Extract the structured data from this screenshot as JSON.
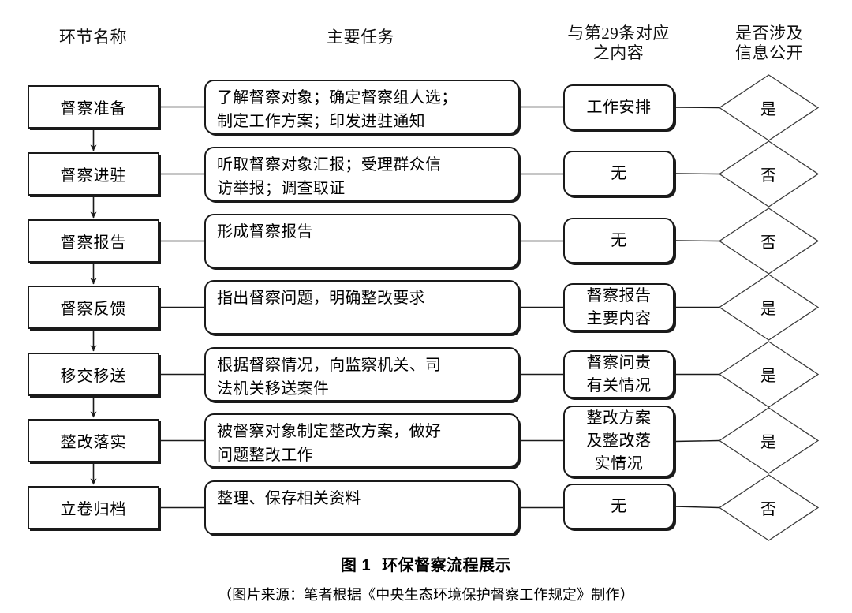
{
  "figure": {
    "caption_number": "图 1",
    "caption_title": "环保督察流程展示",
    "source_note": "（图片来源：笔者根据《中央生态环境保护督察工作规定》制作）"
  },
  "headers": {
    "col1": "环节名称",
    "col2": "主要任务",
    "col3": "与第29条对应\n之内容",
    "col4": "是否涉及\n信息公开"
  },
  "rows": [
    {
      "stage": "督察准备",
      "task": "了解督察对象；确定督察组人选；\n制定工作方案；印发进驻通知",
      "article29": "工作安排",
      "disclosure": "是"
    },
    {
      "stage": "督察进驻",
      "task": "听取督察对象汇报；受理群众信\n访举报；调查取证",
      "article29": "无",
      "disclosure": "否"
    },
    {
      "stage": "督察报告",
      "task": "形成督察报告",
      "article29": "无",
      "disclosure": "否"
    },
    {
      "stage": "督察反馈",
      "task": "指出督察问题，明确整改要求",
      "article29": "督察报告\n主要内容",
      "disclosure": "是"
    },
    {
      "stage": "移交移送",
      "task": "根据督察情况，向监察机关、司\n法机关移送案件",
      "article29": "督察问责\n有关情况",
      "disclosure": "是"
    },
    {
      "stage": "整改落实",
      "task": "被督察对象制定整改方案，做好\n问题整改工作",
      "article29": "整改方案\n及整改落\n实情况",
      "disclosure": "是"
    },
    {
      "stage": "立卷归档",
      "task": "整理、保存相关资料",
      "article29": "无",
      "disclosure": "否"
    }
  ],
  "colors": {
    "stroke": "#1a1a1a",
    "diamond_stroke": "#3c3c3c",
    "background": "#ffffff"
  }
}
